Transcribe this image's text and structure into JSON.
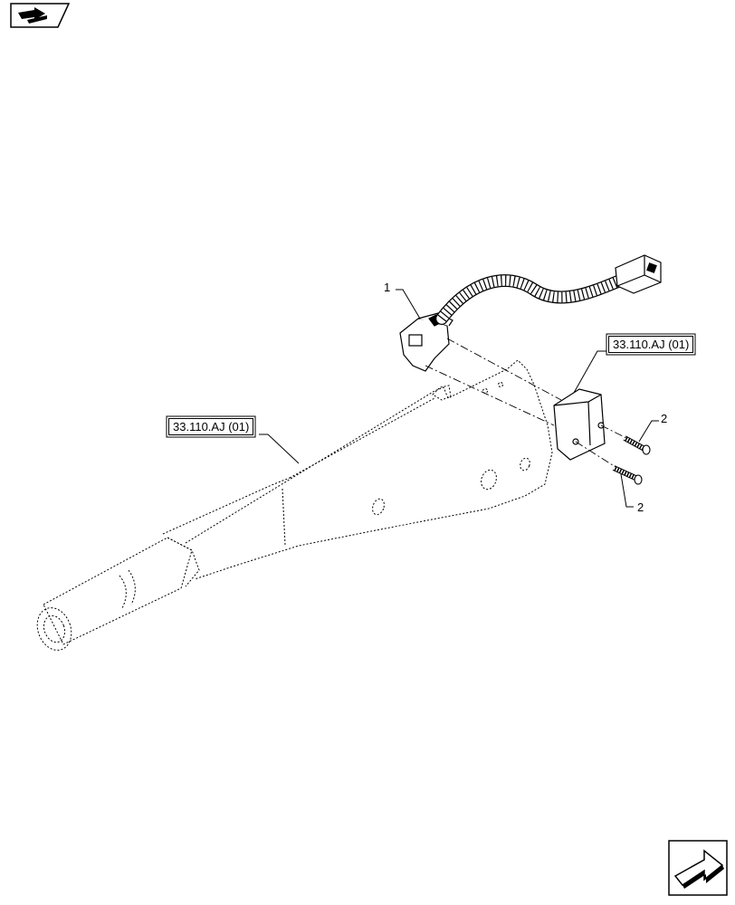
{
  "header": {
    "icon": "book-arrow-icon"
  },
  "callouts": {
    "item1": "1",
    "item2_top": "2",
    "item2_bottom": "2"
  },
  "references": {
    "lever_ref": "33.110.AJ (01)",
    "bracket_ref": "33.110.AJ (01)"
  },
  "footer": {
    "icon": "next-page-arrow-icon"
  }
}
